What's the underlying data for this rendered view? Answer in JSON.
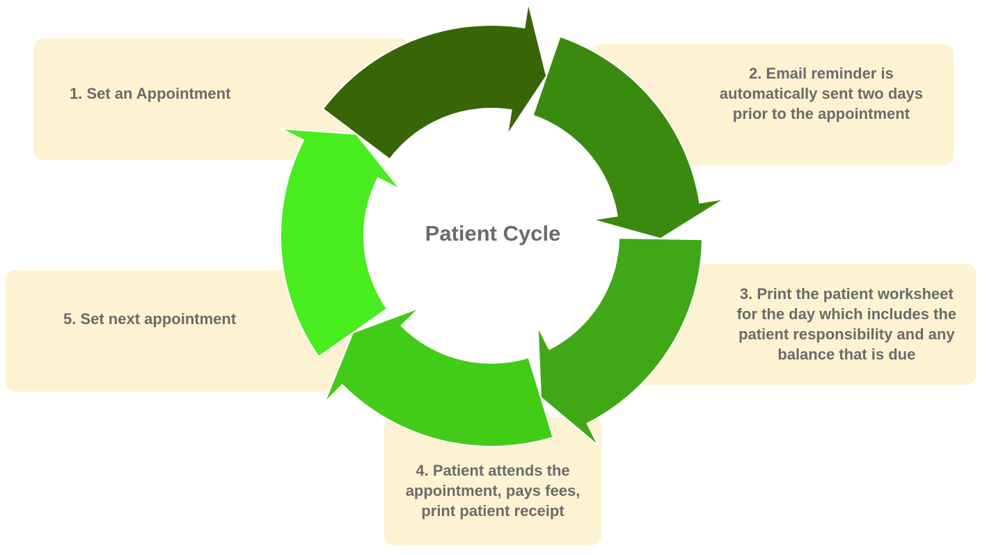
{
  "diagram": {
    "center_label": "Patient Cycle",
    "steps": [
      {
        "label": "1. Set an Appointment",
        "color": "#386506"
      },
      {
        "label": "2. Email reminder is\nautomatically sent two days\nprior to the appointment",
        "color": "#3b8a10"
      },
      {
        "label": "3. Print the patient worksheet\nfor the day which includes the\npatient responsibility and any\nbalance that is due",
        "color": "#40a816"
      },
      {
        "label": "4. Patient attends the\nappointment, pays fees,\nprint patient receipt",
        "color": "#42cc17"
      },
      {
        "label": "5. Set next appointment",
        "color": "#49ec1e"
      }
    ],
    "box_color": "#fdf3d2",
    "text_color": "#6b6b6b"
  }
}
